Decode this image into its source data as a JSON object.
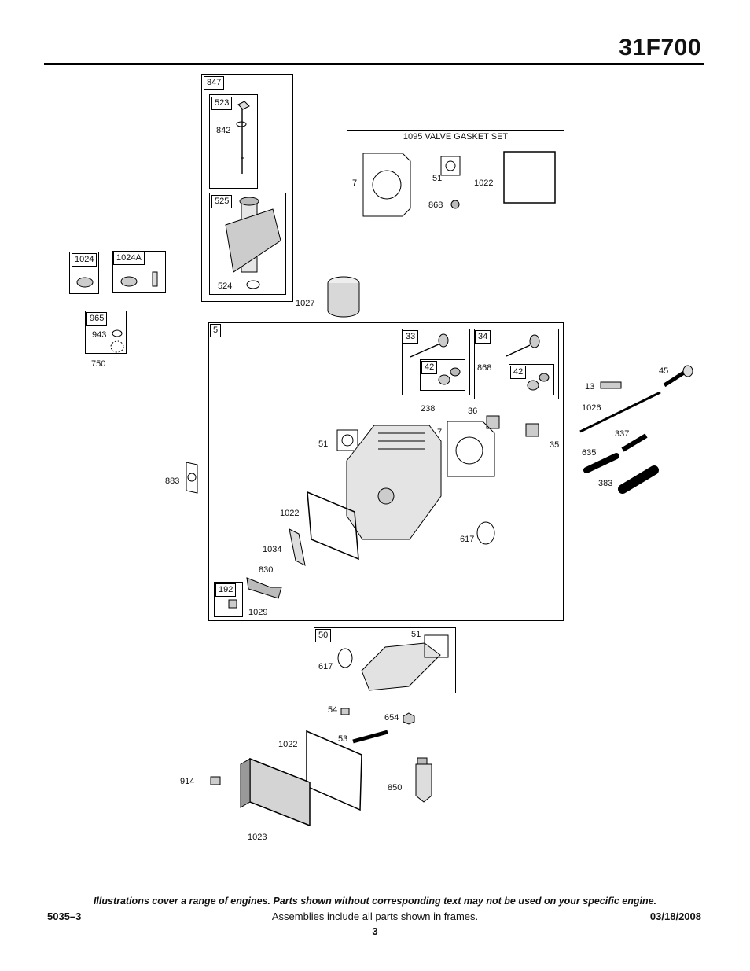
{
  "header": {
    "model": "31F700"
  },
  "frames": {
    "oil_fill": "847",
    "dipstick": "523",
    "tube": "525",
    "breather_1024": "1024",
    "breather_1024a": "1024A",
    "seal_kit": "965",
    "gasket_set_title": "1095 VALVE GASKET SET",
    "cylinder_head": "5",
    "intake_valve": "33",
    "intake_seal": "42",
    "exhaust_valve": "34",
    "exhaust_seal": "42",
    "plug_192": "192",
    "intake_manifold": "50"
  },
  "labels": {
    "dipstick_oring": "842",
    "tube_oring": "524",
    "filter": "1027",
    "seal_943": "943",
    "seal_750": "750",
    "gs_7": "7",
    "gs_51": "51",
    "gs_868": "868",
    "gs_1022": "1022",
    "valve_868": "868",
    "retainer_238": "238",
    "spring_36": "36",
    "gasket_7": "7",
    "spring_35": "35",
    "gasket_51": "51",
    "gasket_1022": "1022",
    "oring_617": "617",
    "bracket_1034": "1034",
    "screw_830": "830",
    "shield_1029": "1029",
    "gasket_883": "883",
    "bolt_13": "13",
    "rocker_45": "45",
    "pushrod_1026": "1026",
    "plug_337": "337",
    "guide_635": "635",
    "tool_383": "383",
    "man_617": "617",
    "man_51": "51",
    "screw_54": "54",
    "nut_654": "654",
    "stud_53": "53",
    "gasket_1022b": "1022",
    "screw_914": "914",
    "sealant_850": "850",
    "cover_1023": "1023"
  },
  "footer": {
    "disclaimer": "Illustrations cover a range of engines. Parts shown without corresponding text may not be used on your specific engine.",
    "code": "5035–3",
    "note": "Assemblies include all parts shown in frames.",
    "date": "03/18/2008",
    "page": "3"
  }
}
